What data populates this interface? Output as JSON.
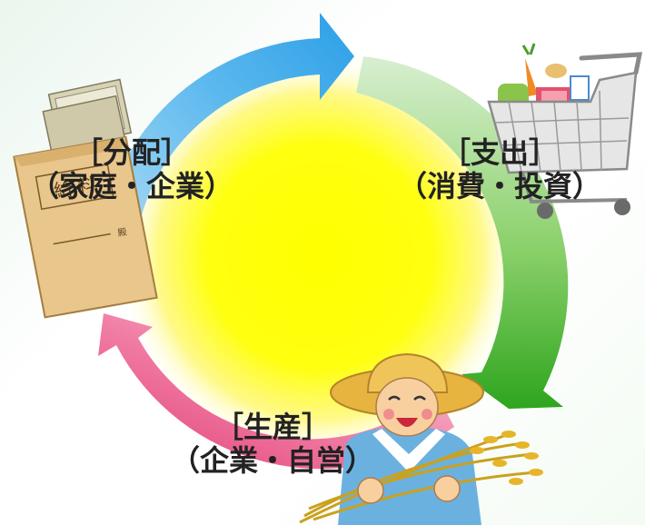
{
  "diagram": {
    "nodes": [
      {
        "id": "distribution",
        "heading": "［分配］",
        "detail": "（家庭・企業）"
      },
      {
        "id": "expenditure",
        "heading": "［支出］",
        "detail": "（消費・投資）"
      },
      {
        "id": "production",
        "heading": "［生産］",
        "detail": "（企業・自営）"
      }
    ],
    "illustrations": {
      "envelope_text": "給 料",
      "envelope_line": "殿"
    }
  },
  "colors": {
    "arrow_blue": "#3aa8e8",
    "arrow_green": "#43b02a",
    "arrow_pink": "#e8457a",
    "sun_core": "#ffff00"
  }
}
